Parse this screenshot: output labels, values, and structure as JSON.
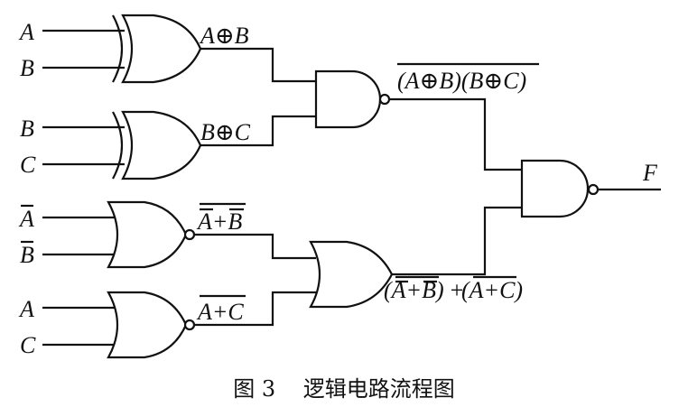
{
  "inputs": {
    "xor1_a": "A",
    "xor1_b": "B",
    "xor2_a": "B",
    "xor2_b": "C",
    "nor1_a": "A",
    "nor1_b": "B",
    "nor2_a": "A",
    "nor2_b": "C"
  },
  "intermediate": {
    "xor1_out": "A⊕B",
    "xor2_out": "B⊕C",
    "nor1_out": "A+B",
    "nor2_out": "A+C",
    "nand1_out": "(A⊕B)(B⊕C)",
    "or_out_part1": "(A+B)",
    "or_out_plus": "+",
    "or_out_part2": "(A+C)"
  },
  "output": {
    "label": "F"
  },
  "caption": "图 3    逻辑电路流程图"
}
